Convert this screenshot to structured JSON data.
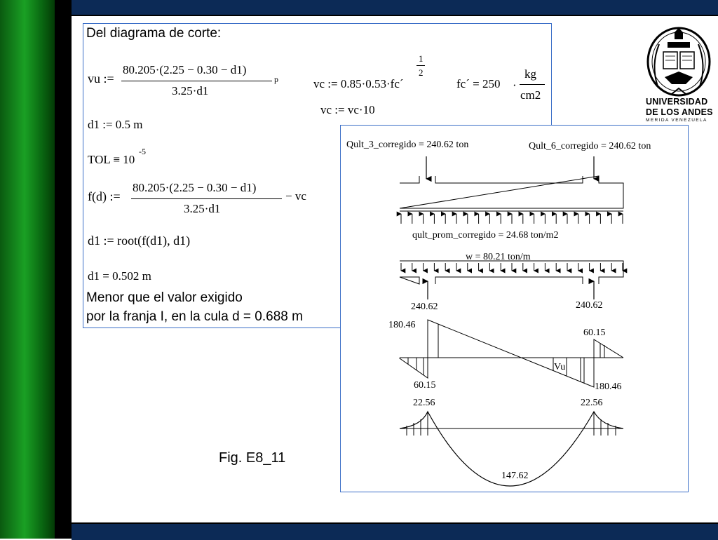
{
  "box1": {
    "heading": "Del diagrama de corte:",
    "vu_lhs": "vu :=",
    "vu_num": "80.205·(2.25 − 0.30 − d1)",
    "vu_den": "3.25·d1",
    "vu_tail": "p",
    "vc_lhs": "vc := 0.85·0.53·fc´",
    "vc_exp_num": "1",
    "vc_exp_den": "2",
    "fc_lhs": "fc´ = 250",
    "fc_unit_num": "kg",
    "fc_unit_den": "cm2",
    "vc2": "vc := vc·10",
    "d1_init": "d1 := 0.5  m",
    "tol_base": "TOL ≡ 10",
    "tol_exp": "-5",
    "fd_lhs": "f(d) :=",
    "fd_num": "80.205·(2.25 − 0.30 − d1)",
    "fd_den": "3.25·d1",
    "fd_tail": "− vc",
    "root": "d1 := root(f(d1), d1)",
    "d1_result": "d1 = 0.502   m",
    "note_line1": "Menor que el valor exigido",
    "note_line2": "por la franja I, en la cula d = 0.688 m"
  },
  "diagram": {
    "label_q3": "Qult_3_corregido = 240.62 ton",
    "label_q6": "Qult_6_corregido = 240.62 ton",
    "label_qprom": "qult_prom_corregido = 24.68 ton/m2",
    "label_w": "w = 80.21 ton/m",
    "reaction_left": "240.62",
    "reaction_right": "240.62",
    "shear_180_left": "180.46",
    "shear_60_left": "60.15",
    "shear_60_right": "60.15",
    "shear_180_right": "180.46",
    "shear_vu": "Vu",
    "moment_left": "22.56",
    "moment_right": "22.56",
    "moment_mid": "147.62"
  },
  "caption": "Fig. E8_11",
  "logo": {
    "line1": "UNIVERSIDAD",
    "line2": "DE LOS ANDES",
    "line3": "MERIDA VENEZUELA"
  },
  "colors": {
    "navy": "#0c2a56",
    "green": "#1aa024",
    "box_border": "#3a6ec7"
  }
}
